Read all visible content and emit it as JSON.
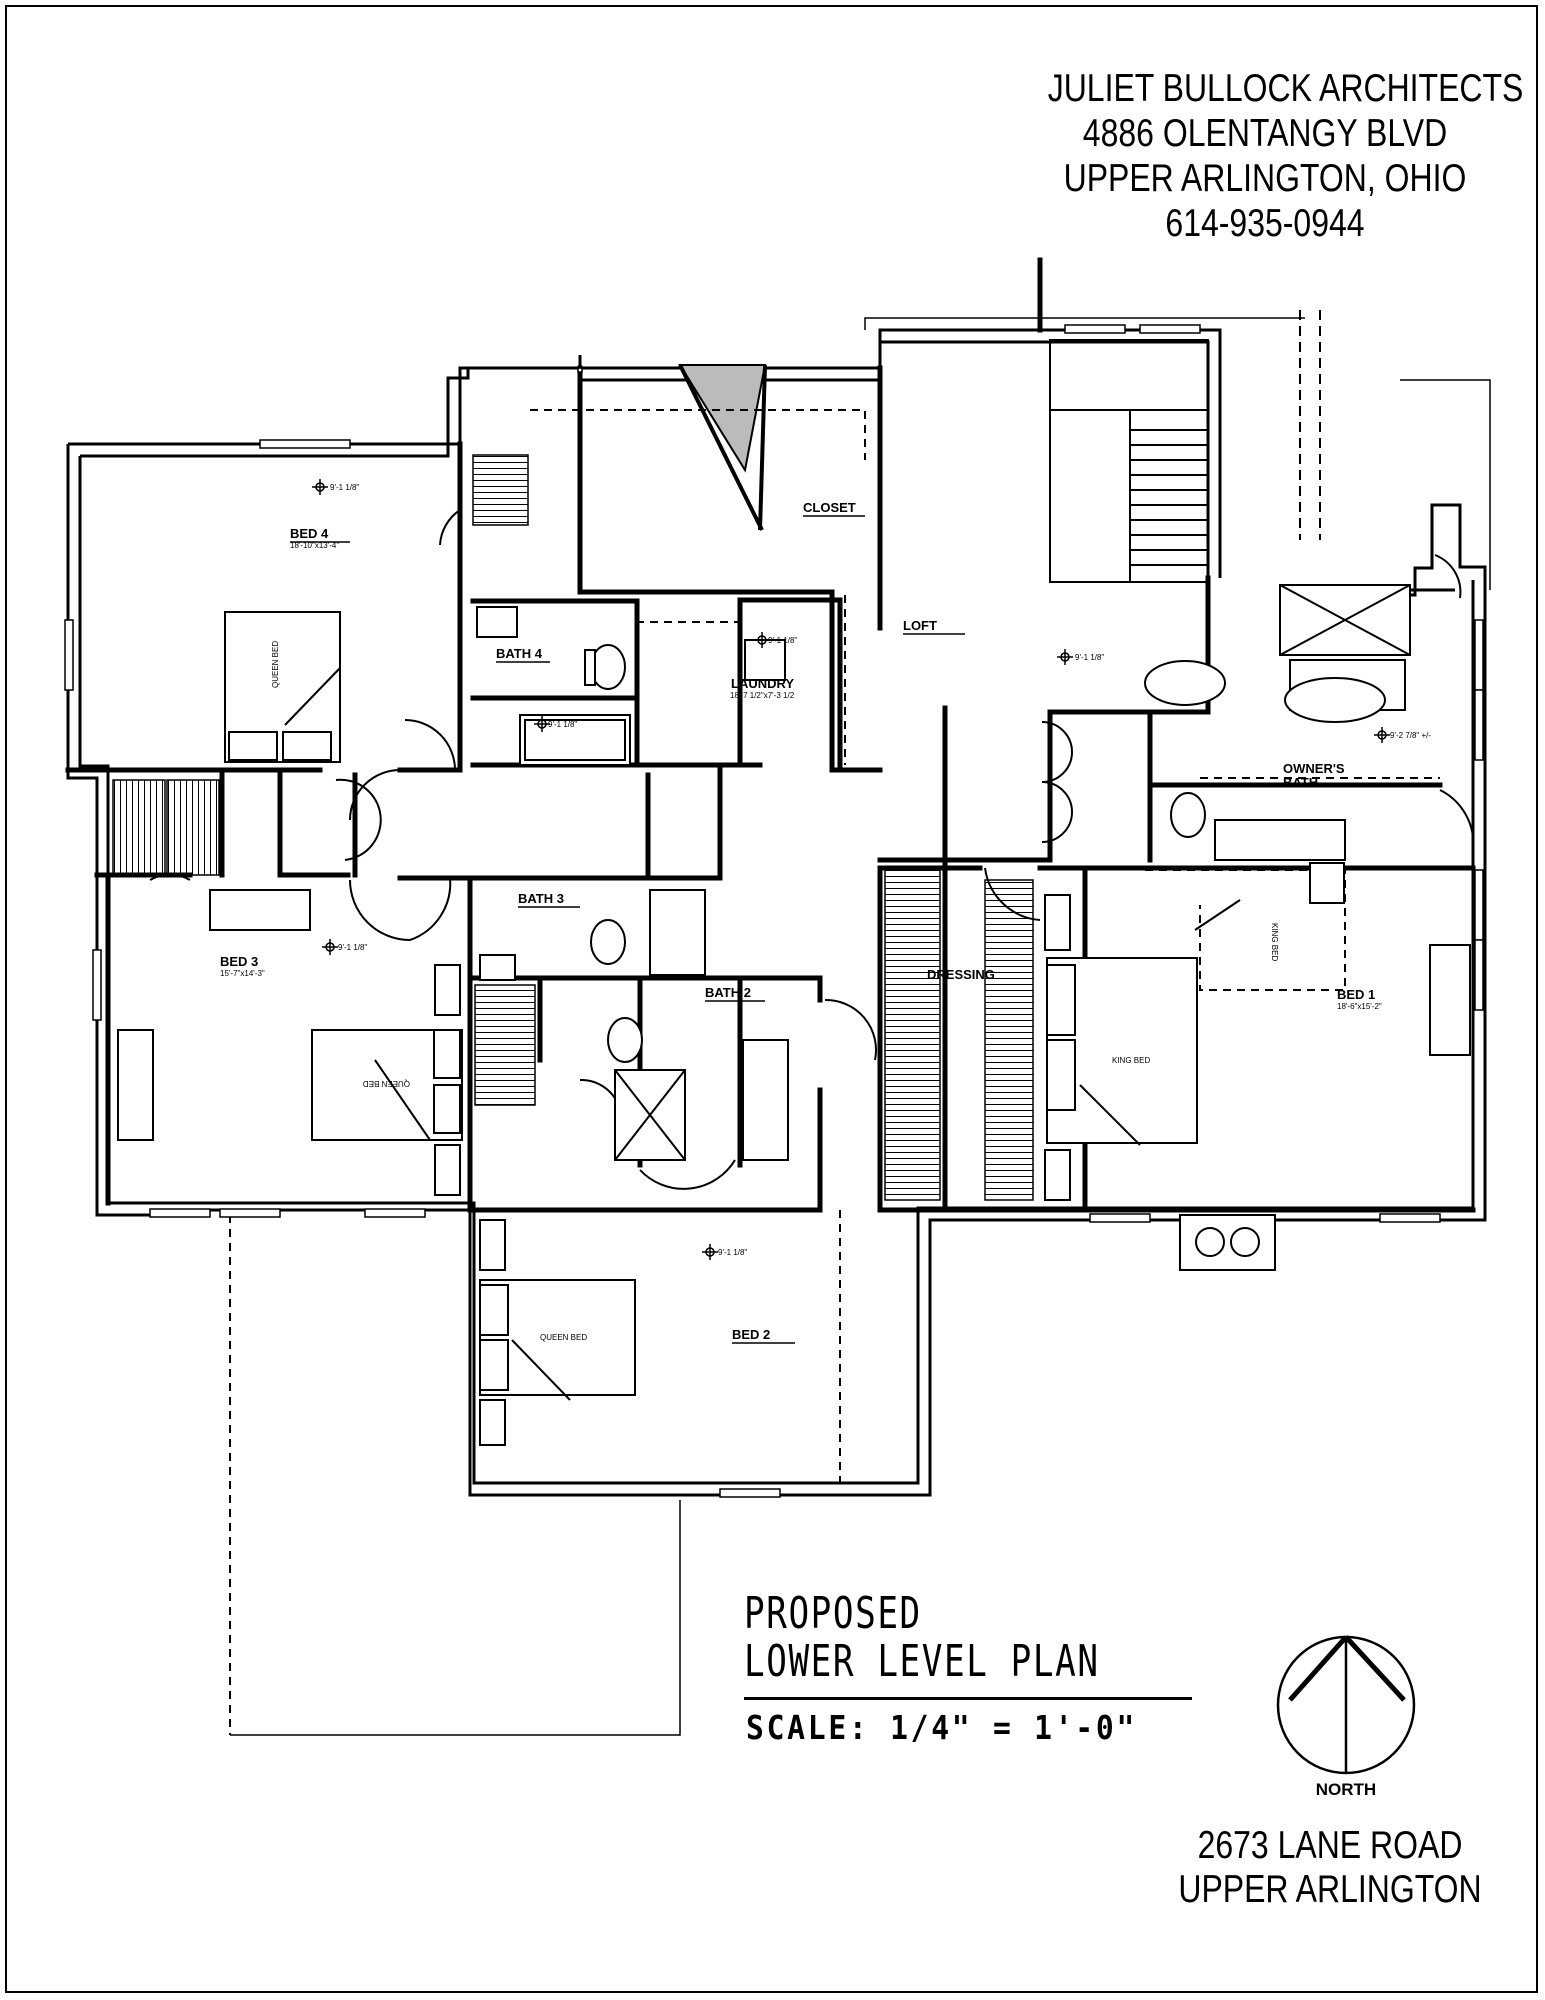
{
  "firm": {
    "name": "JULIET BULLOCK ARCHITECTS",
    "street": "4886 OLENTANGY BLVD",
    "city": "UPPER ARLINGTON, OHIO",
    "phone": "614-935-0944"
  },
  "plan": {
    "title_line1": "PROPOSED",
    "title_line2": "LOWER LEVEL PLAN",
    "scale": "SCALE: 1/4\" = 1'-0\""
  },
  "project": {
    "street": "2673 LANE ROAD",
    "city": "UPPER ARLINGTON"
  },
  "north": {
    "label": "NORTH"
  },
  "rooms": {
    "bed4": "BED 4",
    "bed4_dim": "18'-10\"x13'-4\"",
    "bed4_ceiling": "9'-1 1/8\"",
    "bath4": "BATH 4",
    "bath4_ceiling": "9'-1 1/8\"",
    "closet": "CLOSET",
    "laundry": "LAUNDRY",
    "laundry_dim": "18'-7 1/2\"x7'-3 1/2",
    "laundry_ceiling": "9'-1 1/8\"",
    "loft": "LOFT",
    "loft_ceiling": "9'-1 1/8\"",
    "owners_bath_1": "OWNER'S",
    "owners_bath_2": "BATH",
    "owners_bath_ceiling": "9'-2 7/8\" +/-",
    "bath3": "BATH 3",
    "bed3": "BED 3",
    "bed3_dim": "15'-7\"x14'-3\"",
    "bed3_ceiling": "9'-1 1/8\"",
    "bath2": "BATH 2",
    "dressing": "DRESSING",
    "bed1": "BED 1",
    "bed1_dim": "18'-6\"x15'-2\"",
    "bed2": "BED 2",
    "bed2_ceiling": "9'-1 1/8\""
  },
  "furniture": {
    "queen_bed_4": "QUEEN BED",
    "queen_bed_3": "QUEEN BED",
    "queen_bed_2": "QUEEN BED",
    "king_bed": "KING BED",
    "king_bed_alt": "KING BED"
  }
}
